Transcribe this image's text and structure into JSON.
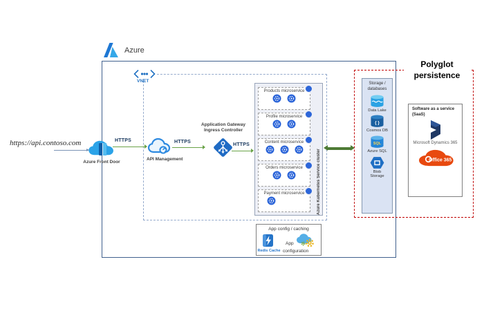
{
  "colors": {
    "azure_blue": "#2b7cd3",
    "outer_border": "#41618e",
    "vnet_dashed": "#93a9cc",
    "green_arrow": "#6aa348",
    "dark_green_arrow": "#4e7b35",
    "red_dashed": "#c00000",
    "navy": "#1f3864",
    "office_orange": "#e8490f",
    "pod_blue": "#2d66d9",
    "storage_fill": "#dae3f3"
  },
  "azure_label": "Azure",
  "vnet_label": "VNET",
  "external_url": "https://api.contoso.com",
  "nodes": {
    "front_door_label": "Azure Front Door",
    "api_management_label": "API Management",
    "app_gateway_label": "Application Gateway Ingress Controller"
  },
  "edges": {
    "https_labels": [
      "HTTPS",
      "HTTPS",
      "HTTPS"
    ]
  },
  "aks": {
    "cluster_label": "Azure Kubernetes Service cluster",
    "services": [
      {
        "label": "Products microservice",
        "pods": 2
      },
      {
        "label": "Profile microservice",
        "pods": 2
      },
      {
        "label": "Content microservice",
        "pods": 3
      },
      {
        "label": "Orders microservice",
        "pods": 2
      },
      {
        "label": "Payment microservice",
        "pods": 1
      }
    ]
  },
  "polyglot": {
    "title": "Polyglot persistence",
    "storage": {
      "header": "Storage / databases",
      "items": [
        {
          "label": "Data Lake"
        },
        {
          "label": "Cosmos DB",
          "glyph": "{ }"
        },
        {
          "label": "Azure SQL",
          "glyph": "SQL"
        },
        {
          "label": "Blob Storage"
        }
      ]
    },
    "saas": {
      "header": "Software as a service (SaaS)",
      "dynamics_label": "Microsoft Dynamics 365",
      "office_label": "Office 365"
    }
  },
  "app_config": {
    "header": "App config / caching",
    "redis_label": "Redis Cache",
    "app_label": "App",
    "configuration_label": "configuration"
  }
}
